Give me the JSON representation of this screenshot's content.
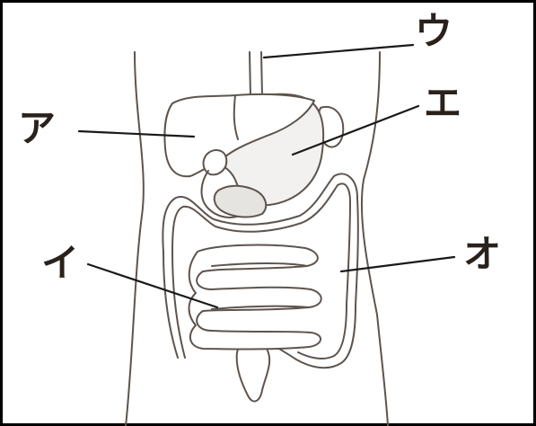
{
  "labels": {
    "a": "ア",
    "i": "イ",
    "u": "ウ",
    "e": "エ",
    "o": "オ"
  },
  "colors": {
    "outline": "#5e544d",
    "leader": "#1a1a1a",
    "label": "#2a211c",
    "organ_fill": "#ffffff",
    "stomach_fill": "#f2f1f0",
    "pancreas_fill": "#e6e4e1"
  }
}
